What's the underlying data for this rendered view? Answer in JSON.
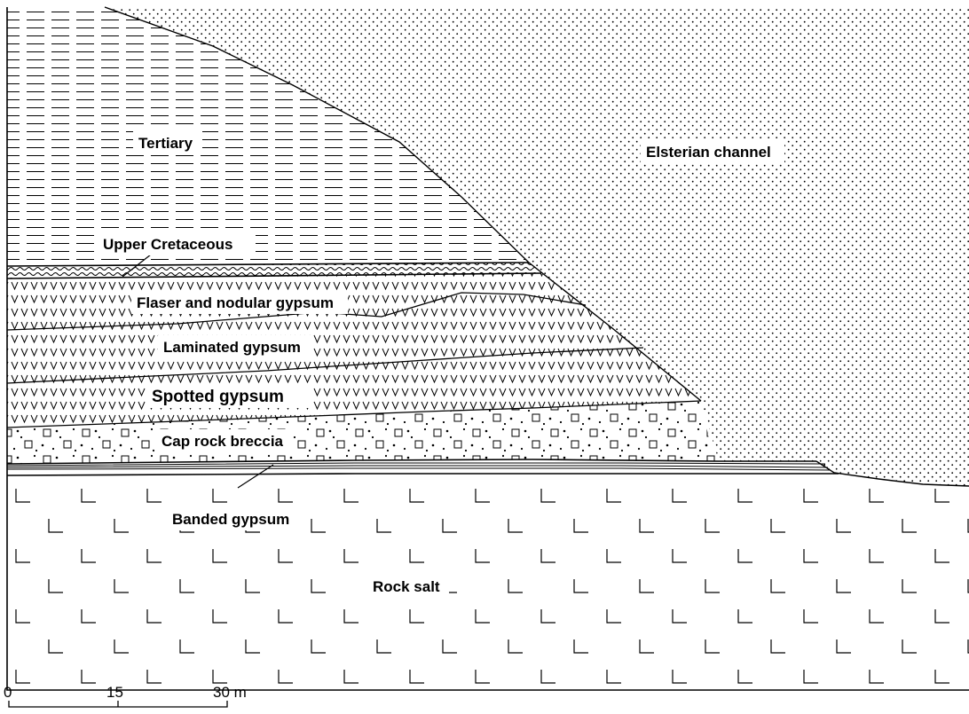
{
  "figure": {
    "units": {
      "labels": {
        "tertiary": "Tertiary",
        "elsterian": "Elsterian channel",
        "upper_cretaceous": "Upper Cretaceous",
        "flaser": "Flaser and nodular gypsum",
        "laminated": "Laminated gypsum",
        "spotted": "Spotted gypsum",
        "breccia": "Cap rock breccia",
        "banded": "Banded gypsum",
        "rock_salt": "Rock salt"
      }
    },
    "scale_bar": {
      "ticks": [
        "0",
        "15",
        "30 m"
      ]
    }
  }
}
